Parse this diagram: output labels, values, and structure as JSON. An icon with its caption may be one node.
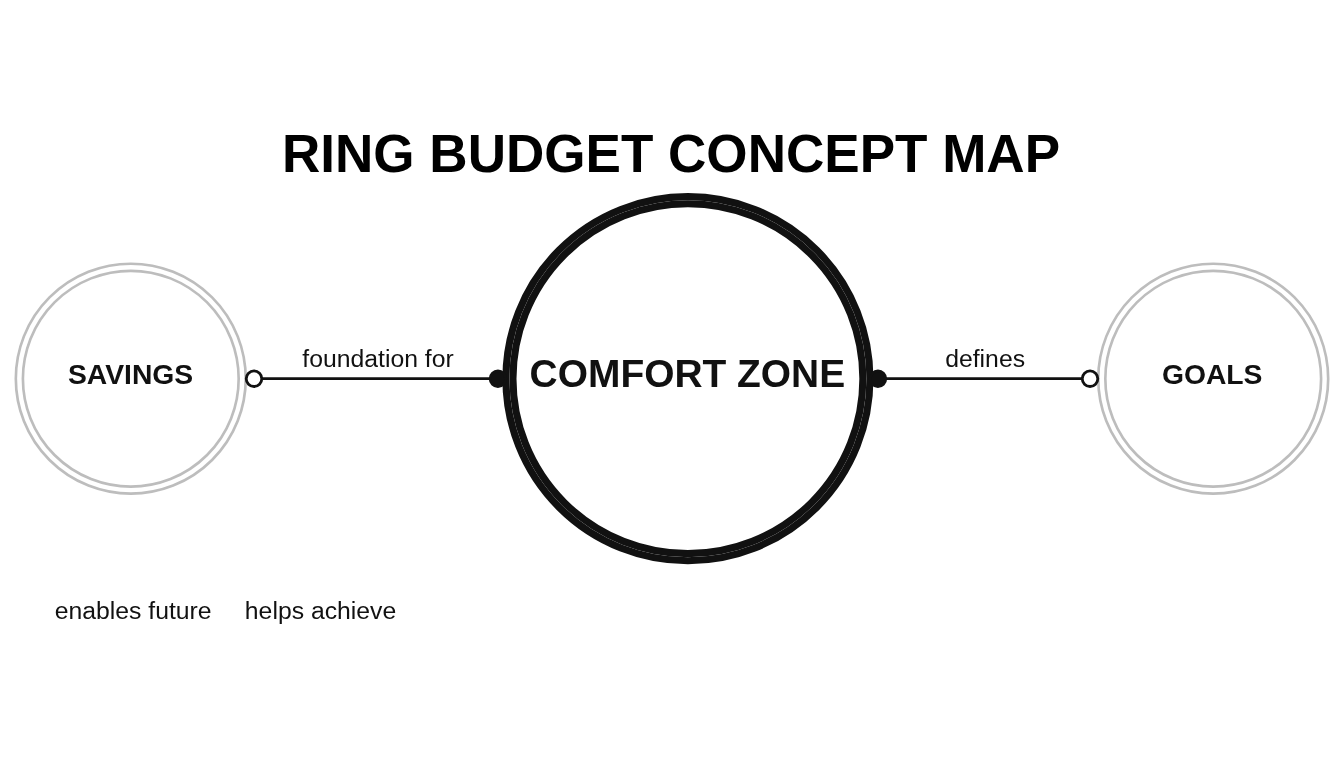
{
  "diagram": {
    "title": "RING BUDGET CONCEPT MAP",
    "nodes": [
      {
        "text": [
          "SAVINGS"
        ]
      },
      {
        "text": [
          "COMFORT ZONE"
        ]
      },
      {
        "text": [
          "GOALS"
        ]
      }
    ],
    "edges": [
      {
        "from": 0,
        "to": 1,
        "arrow": "other",
        "label": "foundation for"
      },
      {
        "from": 1,
        "to": 2,
        "arrow": "other",
        "label": "defines"
      }
    ],
    "labels": [
      "enables future",
      "helps achieve"
    ]
  }
}
